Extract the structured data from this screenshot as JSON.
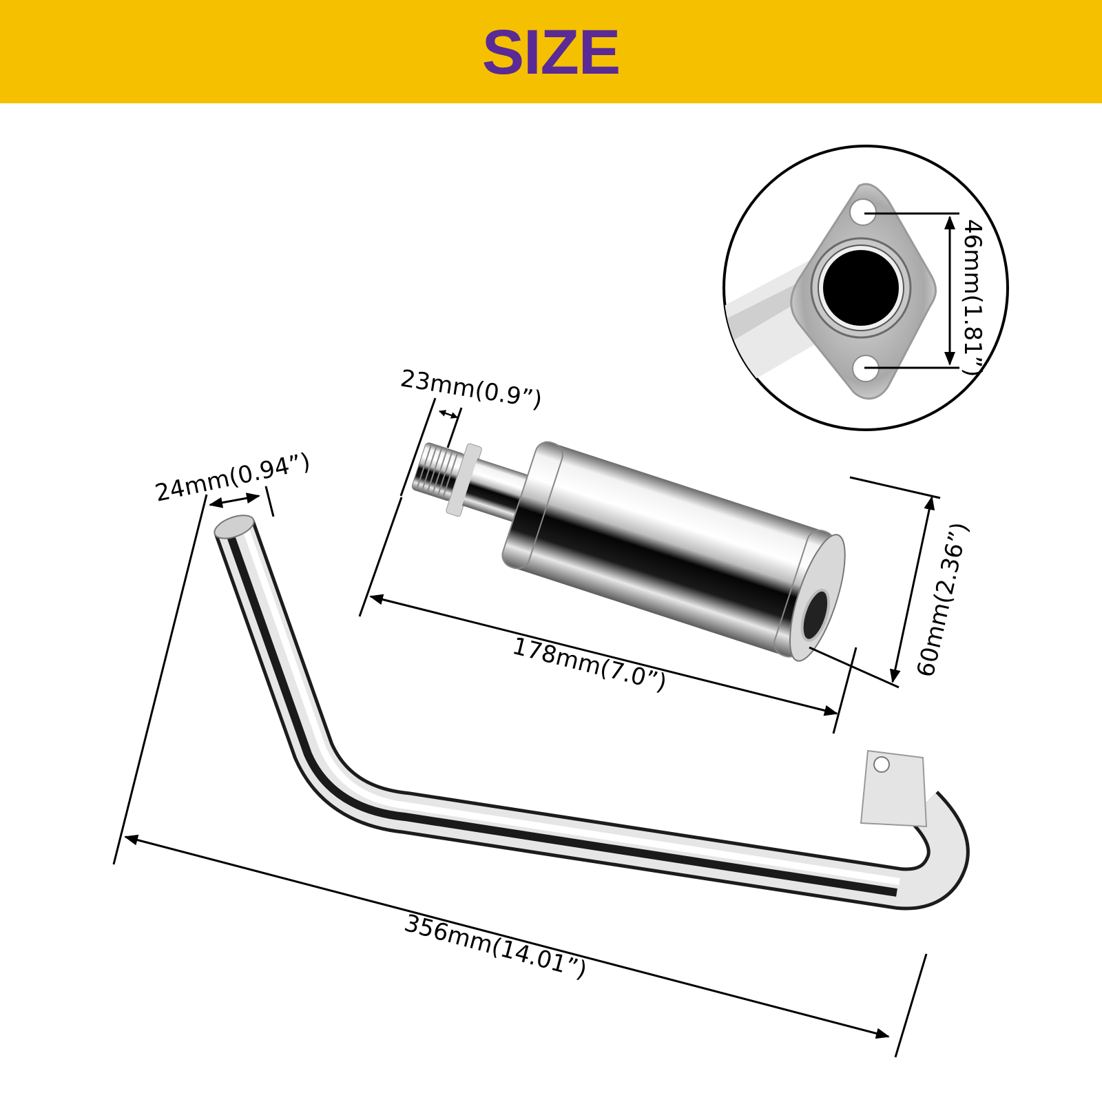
{
  "header": {
    "title": "SIZE",
    "background_color": "#f5c000",
    "text_color": "#5a2a96"
  },
  "product": {
    "parts": [
      "exhaust-pipe",
      "muffler",
      "flange-detail"
    ]
  },
  "dimensions": {
    "flange_hole_spacing": "46mm(1.81”)",
    "muffler_diameter": "60mm(2.36”)",
    "muffler_inlet_thread": "23mm(0.9”)",
    "muffler_length": "178mm(7.0”)",
    "pipe_diameter": "24mm(0.94”)",
    "pipe_length": "356mm(14.01”)"
  }
}
